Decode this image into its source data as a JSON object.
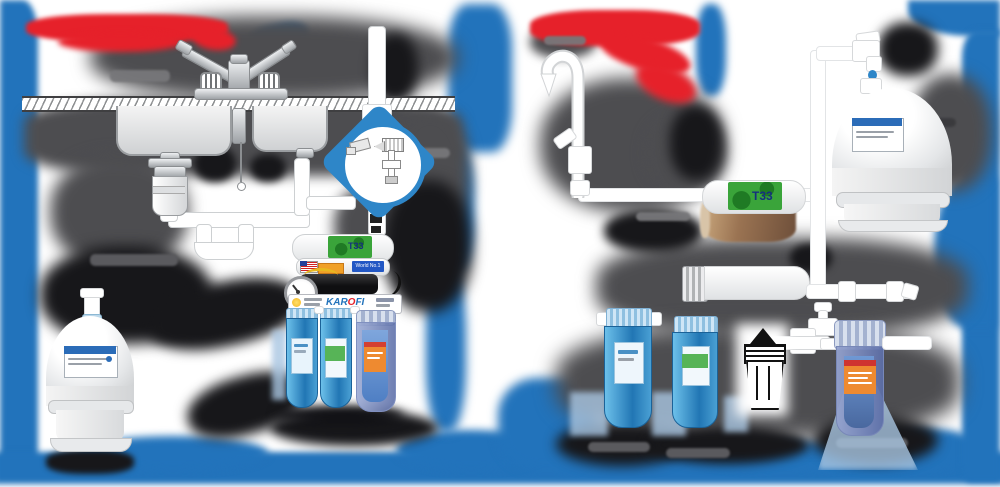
{
  "diagram": {
    "left_unit": {
      "t33_label": "T33",
      "membrane_badge": "World No.1",
      "brand": {
        "part1": "KAR",
        "accent": "O",
        "part2": "FI"
      }
    },
    "right_unit": {
      "t33_label": "T33"
    }
  },
  "colors": {
    "blue": "#2273bb",
    "accent_blue": "#2e86c8",
    "red": "#e6212a",
    "cloud_gray": "#4d4d50",
    "blob_black": "#17171a",
    "green": "#3aa43a",
    "dark_green": "#1f7a24",
    "orange": "#ee8a30",
    "brown": "#8a6a4e",
    "tank_label_blue": "#2b6cb8",
    "filter_blue": "#2176b4",
    "filter_blue_light": "#6cc0ea",
    "cap_blue": "#bfe0f2",
    "yellow": "#e8b820",
    "beam_blue": "#a9c6e2"
  }
}
